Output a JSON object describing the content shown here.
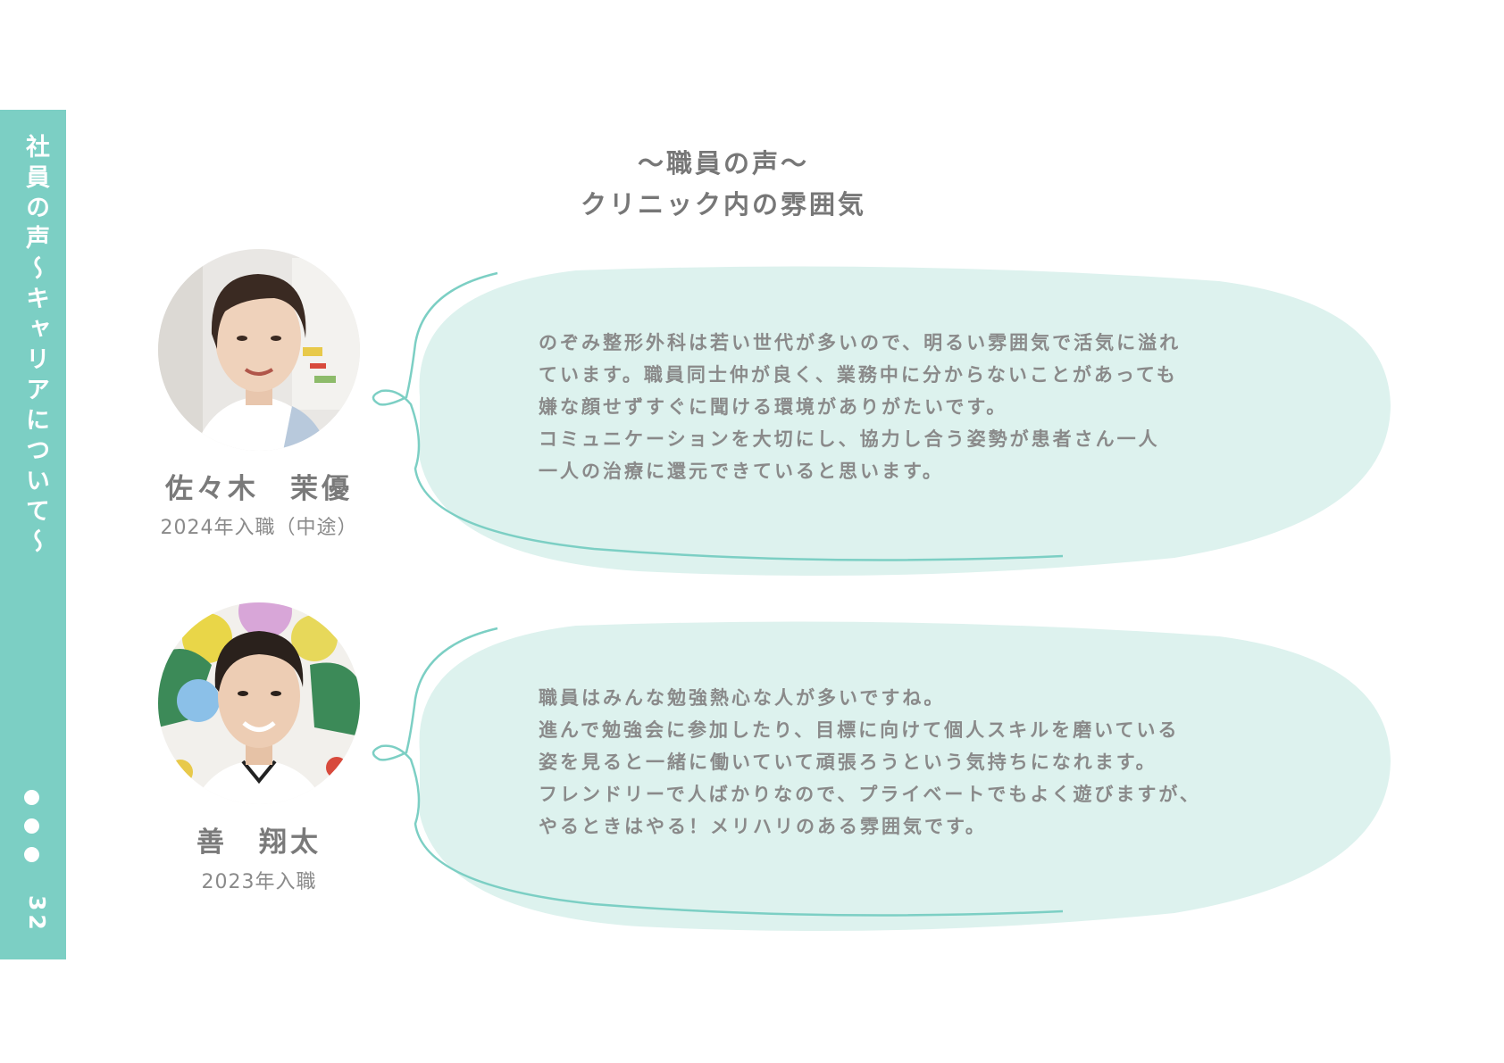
{
  "sidebar": {
    "title": "社員の声〜キャリアについて〜",
    "page_number": "32",
    "accent_color": "#7ccfc4"
  },
  "heading": {
    "line1": "〜職員の声〜",
    "line2": "クリニック内の雰囲気"
  },
  "testimonials": [
    {
      "name": "佐々木　茉優",
      "joined": "2024年入職（中途）",
      "lines": [
        "のぞみ整形外科は若い世代が多いので、明るい雰囲気で活気に溢れ",
        "ています。職員同士仲が良く、業務中に分からないことがあっても",
        "嫌な顔せずすぐに聞ける環境がありがたいです。",
        "コミュニケーションを大切にし、協力し合う姿勢が患者さん一人",
        "一人の治療に還元できていると思います。"
      ]
    },
    {
      "name": "善　翔太",
      "joined": "2023年入職",
      "lines": [
        "職員はみんな勉強熱心な人が多いですね。",
        "進んで勉強会に参加したり、目標に向けて個人スキルを磨いている",
        "姿を見ると一緒に働いていて頑張ろうという気持ちになれます。",
        "フレンドリーで人ばかりなので、プライベートでもよく遊びますが、",
        "やるときはやる！メリハリのある雰囲気です。"
      ]
    }
  ],
  "colors": {
    "bubble_fill": "#ddf2ee",
    "bubble_stroke": "#7ccfc4",
    "text": "#7a7a7a"
  }
}
